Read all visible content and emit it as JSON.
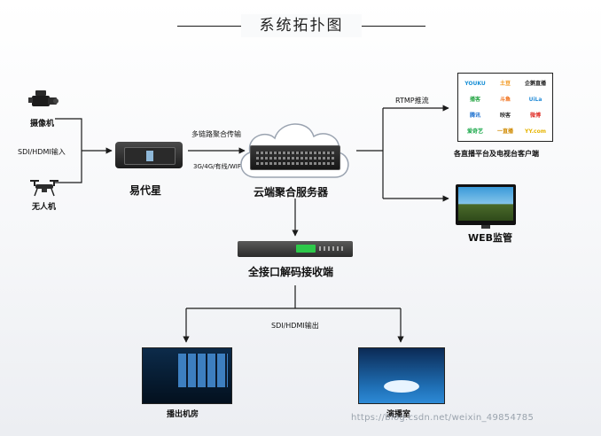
{
  "title": "系统拓扑图",
  "sources": {
    "camera_label": "摄像机",
    "input_label": "SDI/HDMI输入",
    "drone_label": "无人机"
  },
  "encoder": {
    "label": "易代星"
  },
  "link": {
    "top_label": "多链路聚合传输",
    "bottom_label": "3G/4G/有线/WIFI"
  },
  "cloud_server": {
    "label": "云端聚合服务器"
  },
  "outputs": {
    "rtmp_label": "RTMP推流",
    "platforms_label": "各直播平台及电视台客户端",
    "web_label": "WEB监管"
  },
  "platform_logos": [
    "YOUKU",
    "土豆",
    "企鹅直播",
    "播客",
    "斗鱼",
    "UiLa",
    "腾讯",
    "映客",
    "微博",
    "爱奇艺",
    "一直播",
    "YY.com"
  ],
  "decoder": {
    "label": "全接口解码接收端"
  },
  "decoder_output": {
    "label": "SDI/HDMI输出"
  },
  "rooms": {
    "broadcast_room": "播出机房",
    "studio": "演播室"
  },
  "watermark": "https://blog.csdn.net/weixin_49854785",
  "colors": {
    "line": "#1a1a1a",
    "rack_screen": "#2dc84a"
  }
}
